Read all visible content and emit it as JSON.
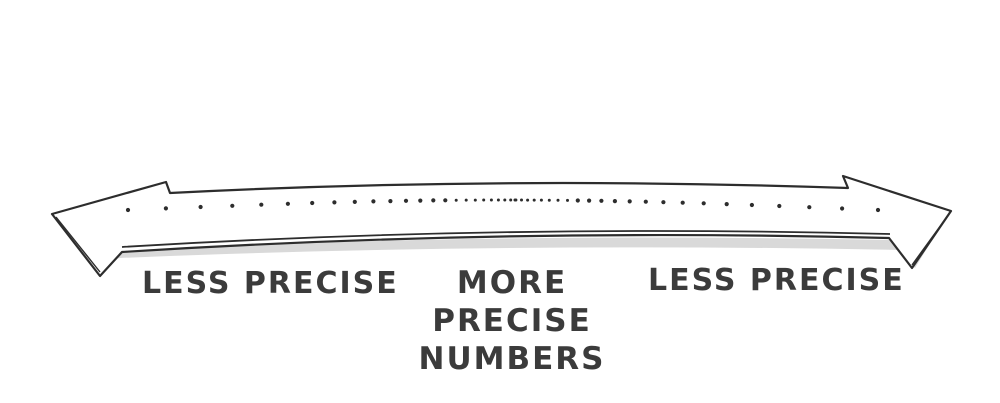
{
  "diagram": {
    "left_label": "LESS PRECISE",
    "center_label_lines": [
      "MORE",
      "PRECISE",
      "NUMBERS"
    ],
    "right_label": "LESS PRECISE",
    "ink_color": "#3b3b3b",
    "arrow_fill": "#ffffff",
    "arrow_shadow": "#d4d4d4",
    "arrow_type": "double-headed",
    "dot_density": "sparse at both ends, densest at center"
  }
}
